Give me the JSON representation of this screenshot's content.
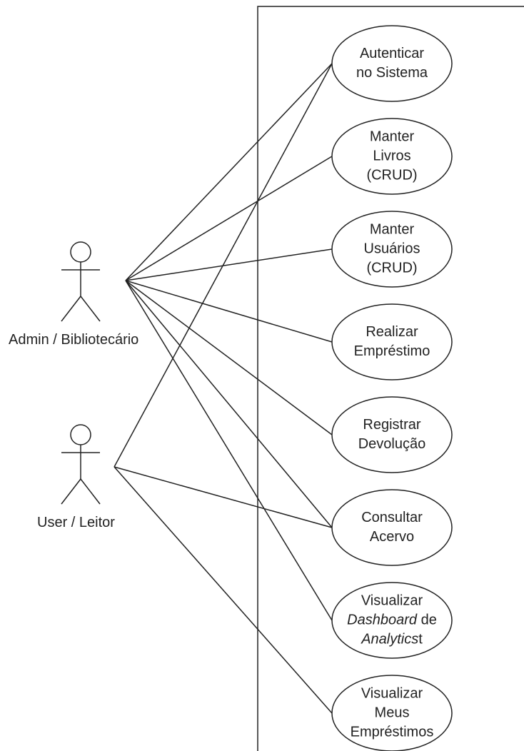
{
  "actors": {
    "admin": {
      "label": "Admin / Bibliotecário"
    },
    "user": {
      "label": "User / Leitor"
    }
  },
  "use_cases": [
    {
      "id": "autenticar",
      "lines": [
        "Autenticar",
        "no Sistema"
      ]
    },
    {
      "id": "manter-livros",
      "lines": [
        "Manter",
        "Livros",
        "(CRUD)"
      ]
    },
    {
      "id": "manter-usuarios",
      "lines": [
        "Manter",
        "Usuários",
        "(CRUD)"
      ]
    },
    {
      "id": "realizar-emprestimo",
      "lines": [
        "Realizar",
        "Empréstimo"
      ]
    },
    {
      "id": "registrar-devolucao",
      "lines": [
        "Registrar",
        "Devolução"
      ]
    },
    {
      "id": "consultar-acervo",
      "lines": [
        "Consultar",
        "Acervo"
      ]
    },
    {
      "id": "visualizar-dashboard",
      "lines": [
        "Visualizar",
        "Dashboard de",
        "Analyticst"
      ]
    },
    {
      "id": "visualizar-meus-emprestimos",
      "lines": [
        "Visualizar",
        "Meus",
        "Empréstimos"
      ]
    }
  ],
  "associations": {
    "admin": [
      "autenticar",
      "manter-livros",
      "manter-usuarios",
      "realizar-emprestimo",
      "registrar-devolucao",
      "consultar-acervo",
      "visualizar-dashboard"
    ],
    "user": [
      "autenticar",
      "consultar-acervo",
      "visualizar-meus-emprestimos"
    ]
  },
  "colors": {
    "stroke": "#222222",
    "background": "#ffffff"
  }
}
